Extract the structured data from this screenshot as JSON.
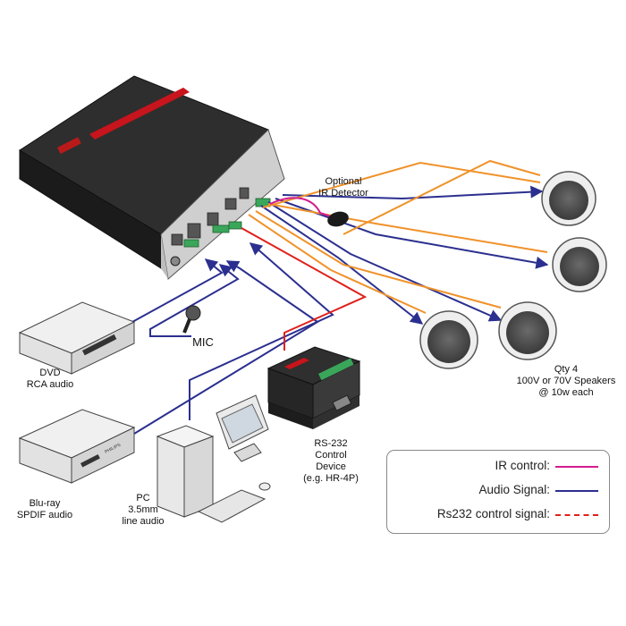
{
  "labels": {
    "optional_ir_detector": [
      "Optional",
      "IR Detector"
    ],
    "mic": "MIC",
    "dvd": [
      "DVD",
      "RCA audio"
    ],
    "bluray": [
      "Blu-ray",
      "SPDIF audio"
    ],
    "pc": [
      "PC",
      "3.5mm",
      "line audio"
    ],
    "rs232_device": [
      "RS-232",
      "Control",
      "Device",
      "(e.g. HR-4P)"
    ],
    "speakers": [
      "Qty 4",
      "100V or 70V Speakers",
      "@ 10w each"
    ],
    "bluray_brand": "PHILIPS"
  },
  "legend": [
    {
      "label": "IR control:",
      "color": "#d21d8f",
      "style": "solid"
    },
    {
      "label": "Audio Signal:",
      "color": "#2b2f8f",
      "style": "solid"
    },
    {
      "label": "Rs232 control signal:",
      "color": "#e0201b",
      "style": "dashed"
    }
  ],
  "colors": {
    "ir_line": "#d21d8f",
    "audio_line": "#2b2f8f",
    "speaker_line": "#f0922a",
    "rs232_line": "#e0201b",
    "device_body": "#2a2a2a",
    "accent_red": "#c8141c"
  }
}
